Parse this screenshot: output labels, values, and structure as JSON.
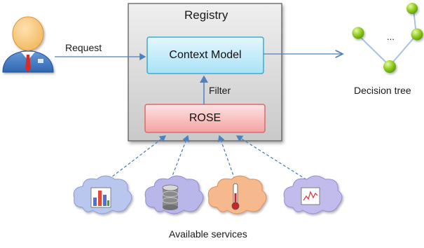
{
  "diagram": {
    "registry": {
      "title": "Registry"
    },
    "context_model": {
      "label": "Context Model"
    },
    "rose": {
      "label": "ROSE"
    },
    "arrows": {
      "request": "Request",
      "filter": "Filter"
    },
    "decision_tree": {
      "label": "Decision tree",
      "ellipsis": "..."
    },
    "services": {
      "label": "Available services",
      "items": [
        {
          "icon": "bar-chart-icon",
          "color": "#b9c7ee"
        },
        {
          "icon": "database-icon",
          "color": "#b9b7ea"
        },
        {
          "icon": "thermometer-icon",
          "color": "#f6b98e"
        },
        {
          "icon": "line-chart-icon",
          "color": "#c1bcec"
        }
      ]
    },
    "user": {
      "icon": "user-icon"
    }
  }
}
